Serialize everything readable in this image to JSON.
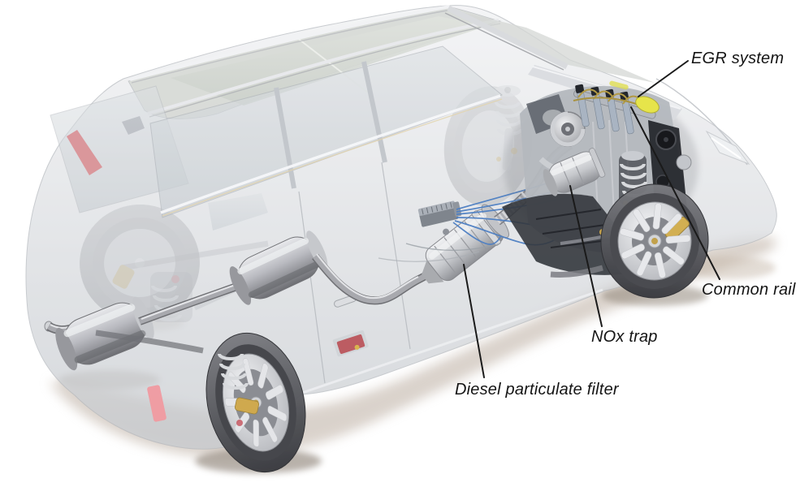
{
  "figure": {
    "description": "Cutaway illustration of a silver minivan showing diesel emission-control components",
    "callouts": [
      {
        "id": "egr-system",
        "label": "EGR system"
      },
      {
        "id": "common-rail",
        "label": "Common rail"
      },
      {
        "id": "nox-trap",
        "label": "NOx trap"
      },
      {
        "id": "dpf",
        "label": "Diesel particulate filter"
      }
    ],
    "colors": {
      "background": "#ffffff",
      "body_silver": "#d6d9dc",
      "glass": "#ccd2d6",
      "tire": "#4a4b50",
      "rim_silver": "#d9dadd",
      "caliper_gold": "#d2af52",
      "exhaust_steel": "#a8a9ae",
      "wiring_blue": "#4d7fc3",
      "egr_yellow": "#e6e44a",
      "tail_lamp_red": "#d98f93",
      "shadow_warm": "#b5a698",
      "callout_text": "#141414"
    }
  }
}
